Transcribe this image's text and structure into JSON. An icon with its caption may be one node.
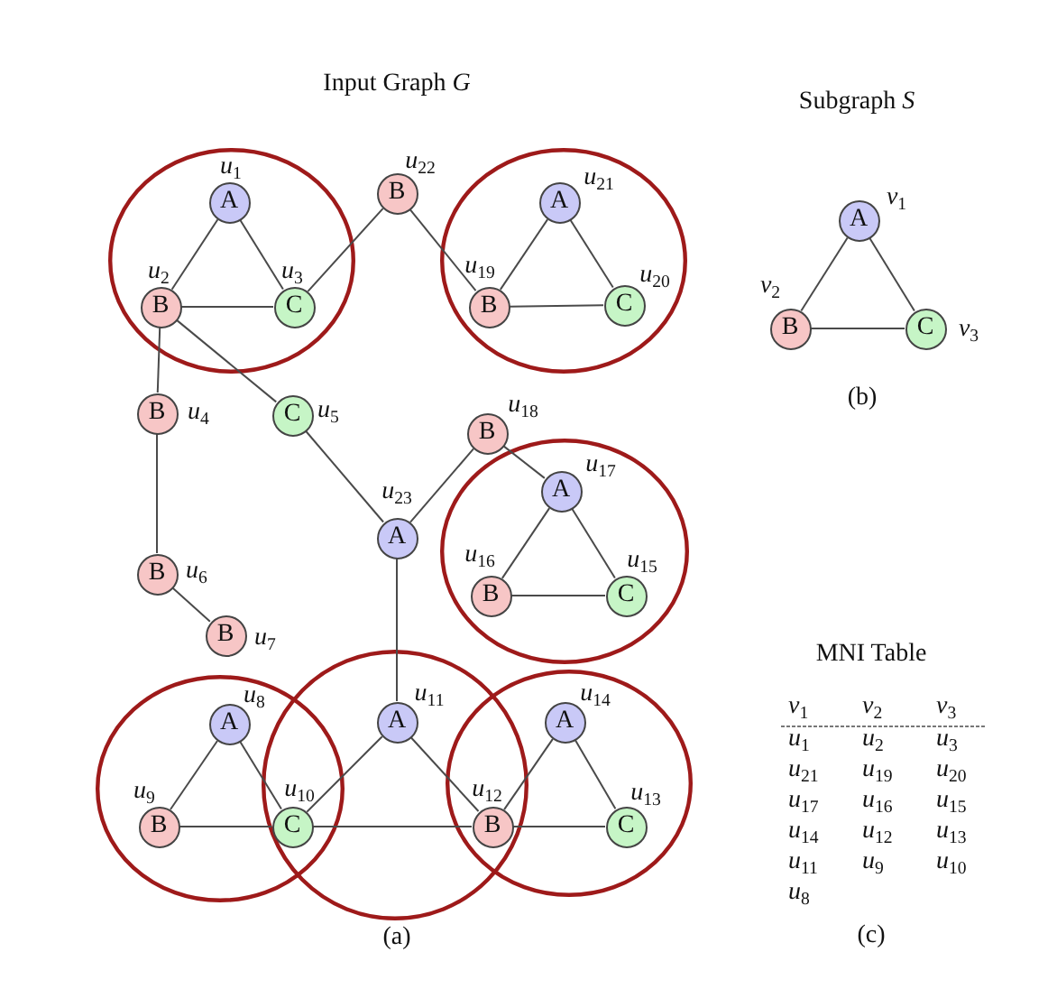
{
  "diagram": {
    "nodes": [
      {
        "text": [],
        "shape": "circle"
      },
      {
        "text": [
          "A"
        ],
        "beside": [
          "u$_{1}$"
        ],
        "in": 0
      },
      {
        "text": [
          "B"
        ],
        "beside": [
          "u$_{22}$"
        ]
      },
      {
        "text": [],
        "shape": "circle"
      },
      {
        "text": [
          "A"
        ],
        "beside": [
          "u$_{21}$"
        ],
        "in": 3
      },
      {
        "text": [
          "B"
        ],
        "beside": [
          "u$_{2}$"
        ],
        "in": 0
      },
      {
        "text": [
          "C"
        ],
        "beside": [
          "u$_{3}$"
        ],
        "in": 0
      },
      {
        "text": [
          "B"
        ],
        "beside": [
          "u$_{19}$"
        ],
        "in": 3
      },
      {
        "text": [
          "C"
        ],
        "beside": [
          "u$_{20}$"
        ],
        "in": 3
      },
      {
        "text": [
          "B"
        ],
        "beside": [
          "u$_{4}$"
        ]
      },
      {
        "text": [
          "C"
        ],
        "beside": [
          "u$_{5}$"
        ]
      },
      {
        "text": [
          "B"
        ],
        "beside": [
          "u$_{18}$"
        ]
      },
      {
        "text": [],
        "shape": "circle"
      },
      {
        "text": [
          "A"
        ],
        "beside": [
          "u$_{17}$"
        ],
        "in": 12
      },
      {
        "text": [
          "A"
        ],
        "beside": [
          "u$_{23}$"
        ]
      },
      {
        "text": [
          "B"
        ],
        "beside": [
          "u$_{16}$"
        ],
        "in": 12
      },
      {
        "text": [
          "C"
        ],
        "beside": [
          "u$_{15}$"
        ],
        "in": 12
      },
      {
        "text": [
          "B"
        ],
        "beside": [
          "u$_{6}$"
        ]
      },
      {
        "text": [
          "B"
        ],
        "beside": [
          "u$_{7}$"
        ]
      },
      {
        "text": [],
        "shape": "circle"
      },
      {
        "text": [],
        "shape": "circle"
      },
      {
        "text": [],
        "shape": "circle"
      },
      {
        "text": [
          "A"
        ],
        "beside": [
          "u$_{8}$"
        ],
        "in": 19
      },
      {
        "text": [
          "A"
        ],
        "beside": [
          "u$_{11}$"
        ],
        "in": 20
      },
      {
        "text": [
          "A"
        ],
        "beside": [
          "u$_{14}$"
        ],
        "in": 21
      },
      {
        "text": [
          "B"
        ],
        "beside": [
          "u$_{9}$"
        ],
        "in": 19
      },
      {
        "text": [
          "C"
        ],
        "beside": [
          "u$_{10}$"
        ]
      },
      {
        "text": [
          "B"
        ],
        "beside": [
          "u$_{12}$"
        ]
      },
      {
        "text": [
          "C"
        ],
        "beside": [
          "u$_{13}$"
        ],
        "in": 21
      },
      {
        "text": [
          "A"
        ],
        "beside": [
          "v$_{1}$"
        ]
      },
      {
        "text": [
          "B"
        ],
        "beside": [
          "v$_{2}$"
        ]
      },
      {
        "text": [
          "C"
        ],
        "beside": [
          "v$_{3}$"
        ]
      }
    ],
    "edges": [
      {
        "from": 1,
        "to": 5,
        "arrow": "none"
      },
      {
        "from": 1,
        "to": 6,
        "arrow": "none"
      },
      {
        "from": 5,
        "to": 6,
        "arrow": "none"
      },
      {
        "from": 2,
        "to": 6,
        "arrow": "none"
      },
      {
        "from": 2,
        "to": 7,
        "arrow": "none"
      },
      {
        "from": 4,
        "to": 7,
        "arrow": "none"
      },
      {
        "from": 4,
        "to": 8,
        "arrow": "none"
      },
      {
        "from": 7,
        "to": 8,
        "arrow": "none"
      },
      {
        "from": 5,
        "to": 9,
        "arrow": "none"
      },
      {
        "from": 5,
        "to": 10,
        "arrow": "none"
      },
      {
        "from": 9,
        "to": 17,
        "arrow": "none"
      },
      {
        "from": 17,
        "to": 18,
        "arrow": "none"
      },
      {
        "from": 10,
        "to": 14,
        "arrow": "none"
      },
      {
        "from": 11,
        "to": 14,
        "arrow": "none"
      },
      {
        "from": 11,
        "to": 13,
        "arrow": "none"
      },
      {
        "from": 13,
        "to": 15,
        "arrow": "none"
      },
      {
        "from": 13,
        "to": 16,
        "arrow": "none"
      },
      {
        "from": 15,
        "to": 16,
        "arrow": "none"
      },
      {
        "from": 14,
        "to": 23,
        "arrow": "none"
      },
      {
        "from": 22,
        "to": 25,
        "arrow": "none"
      },
      {
        "from": 22,
        "to": 26,
        "arrow": "none"
      },
      {
        "from": 25,
        "to": 26,
        "arrow": "none"
      },
      {
        "from": 23,
        "to": 26,
        "arrow": "none"
      },
      {
        "from": 23,
        "to": 27,
        "arrow": "none"
      },
      {
        "from": 26,
        "to": 27,
        "arrow": "none"
      },
      {
        "from": 24,
        "to": 27,
        "arrow": "none"
      },
      {
        "from": 24,
        "to": 28,
        "arrow": "none"
      },
      {
        "from": 27,
        "to": 28,
        "arrow": "none"
      },
      {
        "from": 29,
        "to": 30,
        "arrow": "none"
      },
      {
        "from": 29,
        "to": 31,
        "arrow": "none"
      },
      {
        "from": 30,
        "to": 31,
        "arrow": "none"
      }
    ],
    "labels": [
      "Input Graph *G*",
      "(a)",
      "Subgraph *S*",
      "(b)",
      "MNI Table",
      "v$_{1}$",
      "v$_{2}$",
      "v$_{3}$",
      "u$_{1}$",
      "u$_{2}$",
      "u$_{3}$",
      "u$_{21}$",
      "u$_{19}$",
      "u$_{20}$",
      "u$_{17}$",
      "u$_{16}$",
      "u$_{15}$",
      "u$_{14}$",
      "u$_{12}$",
      "u$_{13}$",
      "u$_{11}$",
      "u$_{9}$",
      "u$_{10}$",
      "u$_{8}$",
      "(c)"
    ]
  }
}
